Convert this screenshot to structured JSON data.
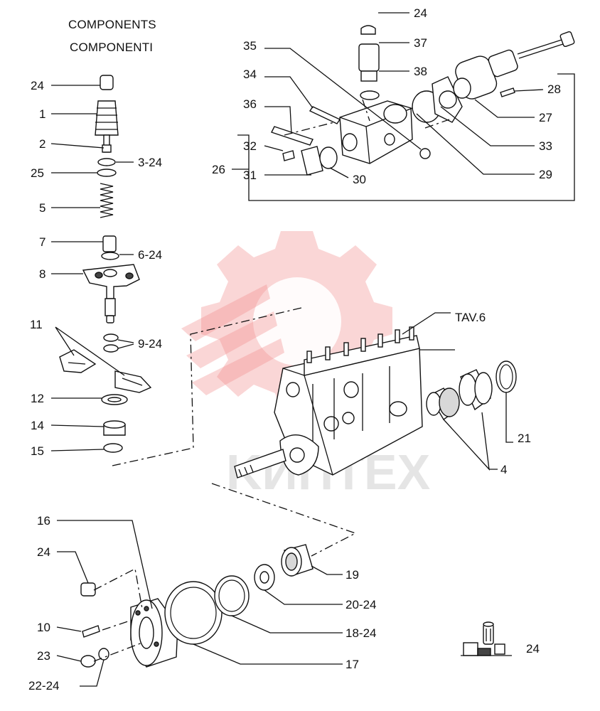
{
  "title": {
    "line1": "COMPONENTS",
    "line2": "COMPONENTI"
  },
  "watermark": {
    "text": "KИПTEX",
    "color": "#f08a8a"
  },
  "ref_label": "TAV.6",
  "labels": {
    "l24a": "24",
    "l1": "1",
    "l2": "2",
    "l3_24": "3-24",
    "l25": "25",
    "l5": "5",
    "l7": "7",
    "l6_24": "6-24",
    "l8": "8",
    "l11": "11",
    "l9_24": "9-24",
    "l12": "12",
    "l14": "14",
    "l15": "15",
    "l24b": "24",
    "l37": "37",
    "l35": "35",
    "l38": "38",
    "l34": "34",
    "l28": "28",
    "l36": "36",
    "l27": "27",
    "l32": "32",
    "l33": "33",
    "l26": "26",
    "l31": "31",
    "l30": "30",
    "l29": "29",
    "l21": "21",
    "l4": "4",
    "l16": "16",
    "l24c": "24",
    "l19": "19",
    "l20_24": "20-24",
    "l10": "10",
    "l18_24": "18-24",
    "l23": "23",
    "l17": "17",
    "l22_24": "22-24",
    "l24d": "24"
  }
}
